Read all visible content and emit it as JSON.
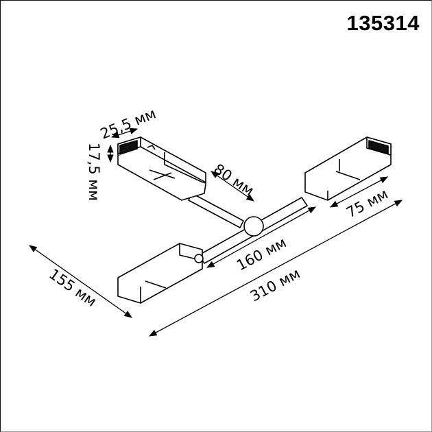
{
  "article_number": "135314",
  "dimensions": {
    "connector_width": "25,5 мм",
    "connector_height": "17,5 мм",
    "branch_length": "80 мм",
    "connector_length": "75 мм",
    "center_length": "160 мм",
    "total_length": "310 мм",
    "depth": "155 мм"
  },
  "colors": {
    "line": "#000000",
    "background": "#ffffff"
  }
}
